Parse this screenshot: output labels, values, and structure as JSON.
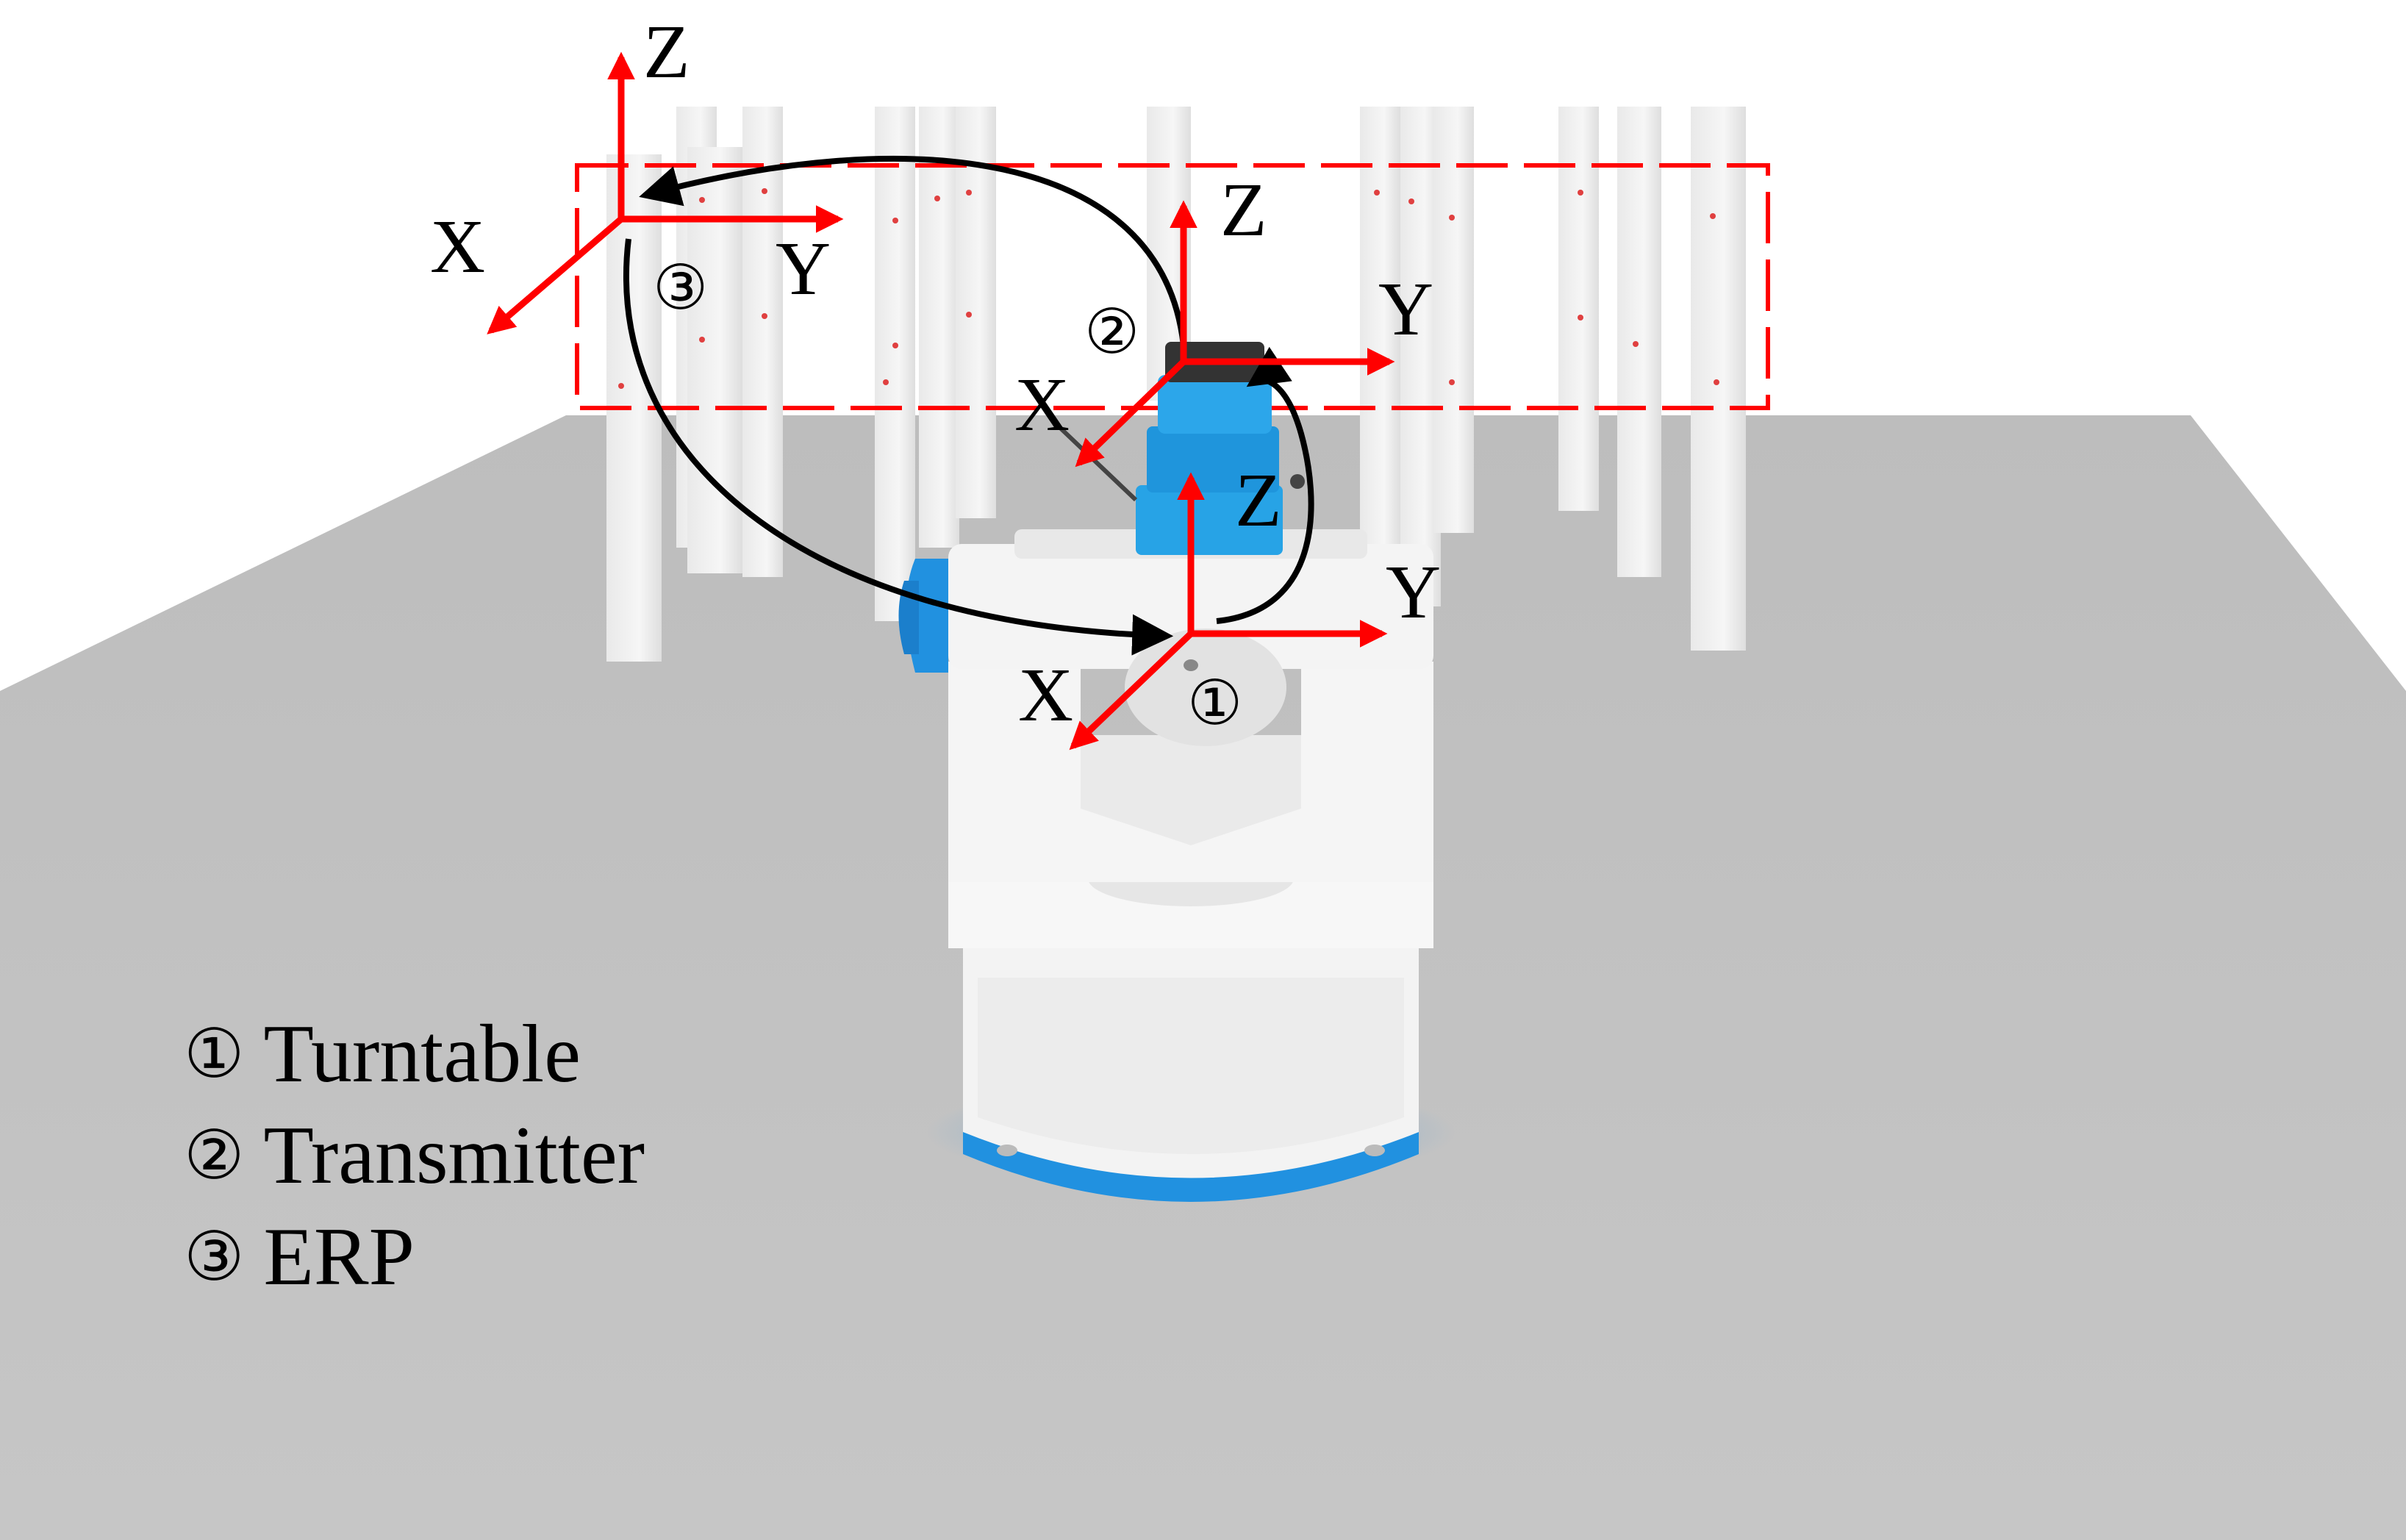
{
  "frames": [
    {
      "id": "turntable",
      "number": "①",
      "x": "X",
      "y": "Y",
      "z": "Z"
    },
    {
      "id": "transmitter",
      "number": "②",
      "x": "X",
      "y": "Y",
      "z": "Z"
    },
    {
      "id": "erp",
      "number": "③",
      "x": "X",
      "y": "Y",
      "z": "Z"
    }
  ],
  "legend": [
    {
      "number": "①",
      "label": "Turntable"
    },
    {
      "number": "②",
      "label": "Transmitter"
    },
    {
      "number": "③",
      "label": "ERP"
    }
  ],
  "colors": {
    "axis": "#ff0000",
    "transform_arrow": "#000000",
    "erp_box": "#ff0000",
    "ground": "#c3c3c3",
    "accent_blue": "#1e9be2"
  }
}
